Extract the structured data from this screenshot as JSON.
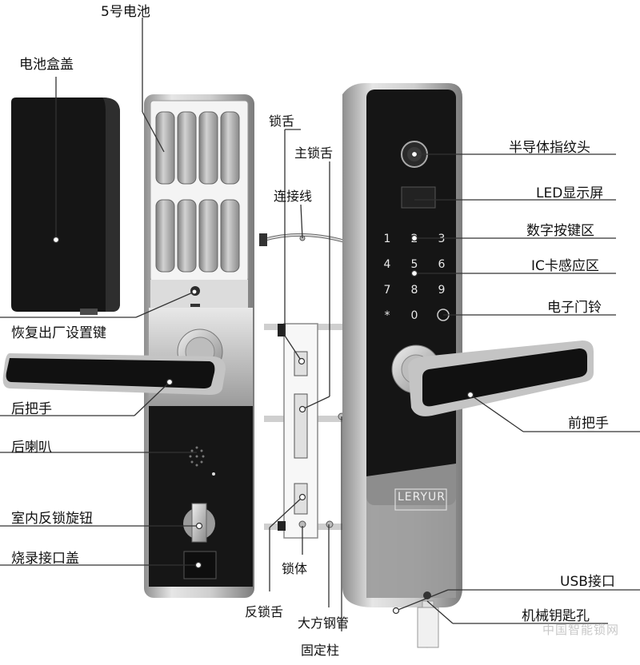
{
  "labels": {
    "battery_aa": "5号电池",
    "battery_cover": "电池盒盖",
    "factory_reset": "恢复出厂设置键",
    "rear_handle": "后把手",
    "rear_speaker": "后喇叭",
    "indoor_lock_knob": "室内反锁旋钮",
    "burn_port_cover": "烧录接口盖",
    "latch": "锁舌",
    "main_bolt": "主锁舌",
    "cable": "连接线",
    "lock_body": "锁体",
    "deadlatch": "反锁舌",
    "square_steel_tube": "大方钢管",
    "fixing_post": "固定柱",
    "fingerprint": "半导体指纹头",
    "led_display": "LED显示屏",
    "keypad": "数字按键区",
    "ic_card": "IC卡感应区",
    "doorbell": "电子门铃",
    "front_handle": "前把手",
    "usb_port": "USB接口",
    "key_hole": "机械钥匙孔"
  },
  "brand": "LERYUR",
  "keys": [
    "1",
    "2",
    "3",
    "4",
    "5",
    "6",
    "7",
    "8",
    "9",
    "*",
    "0"
  ],
  "watermark": "中国智能锁网",
  "colors": {
    "panel_black": "#141414",
    "frame_silver": "#c9c9c9",
    "battery_gray": "#a8a8a8",
    "leader_line": "#333333"
  }
}
